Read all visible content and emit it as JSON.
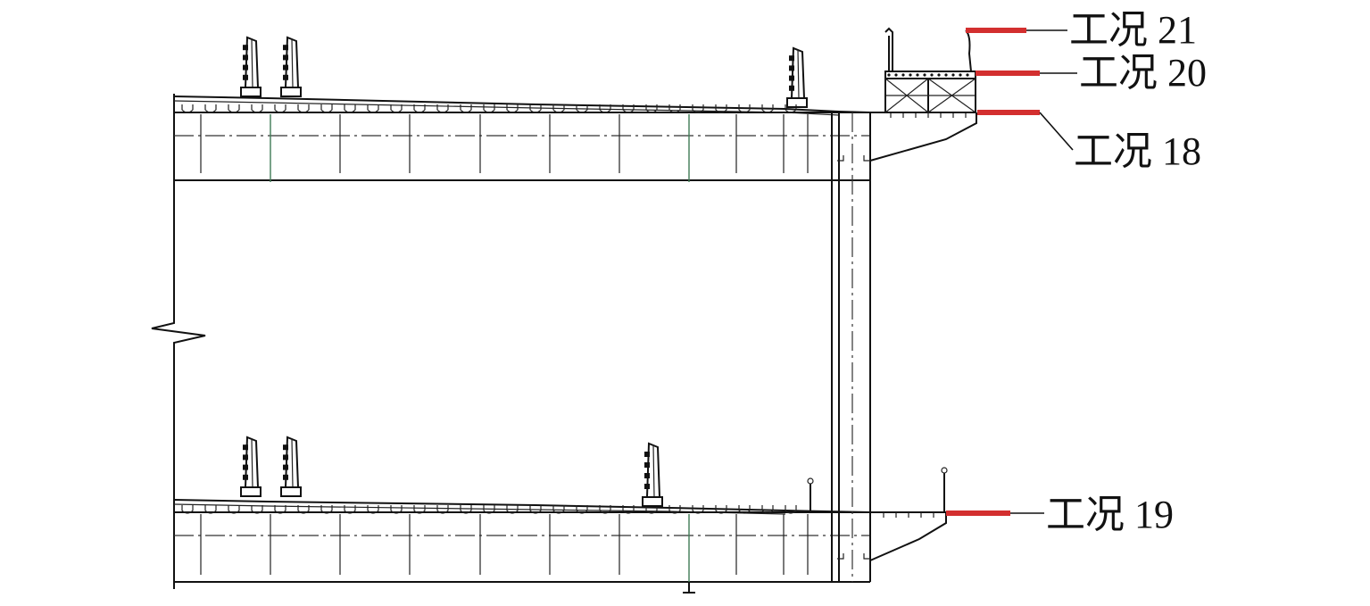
{
  "diagram": {
    "labels": [
      {
        "id": "case-21",
        "text": "工况 21"
      },
      {
        "id": "case-20",
        "text": "工况 20"
      },
      {
        "id": "case-18",
        "text": "工况 18"
      },
      {
        "id": "case-19",
        "text": "工况 19"
      }
    ],
    "colors": {
      "linework": "#111111",
      "marker": "#d32f2f",
      "stiffener_green": "#3f7a55"
    }
  }
}
